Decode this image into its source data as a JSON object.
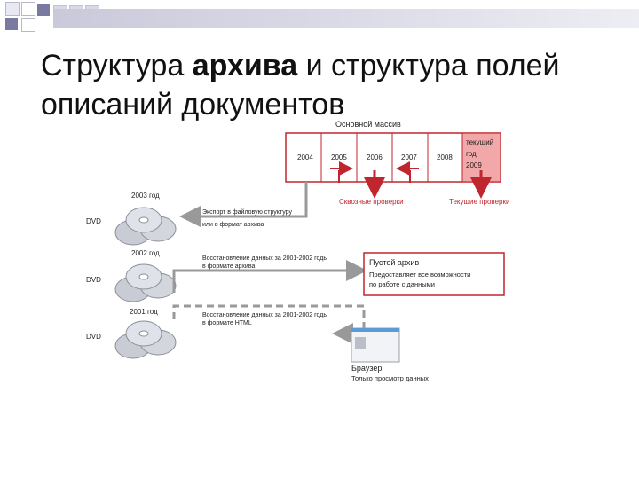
{
  "slide": {
    "title_part1": "Структура ",
    "title_bold": "архива",
    "title_part2": " и структура полей описаний документов"
  },
  "diagram": {
    "main_array_label": "Основной массив",
    "years": [
      "2004",
      "2005",
      "2006",
      "2007",
      "2008"
    ],
    "current_year_lines": [
      "текущий",
      "год",
      "2009"
    ],
    "through_checks": "Сквозные проверки",
    "current_checks": "Текущие проверки",
    "dvd_rows": [
      {
        "year": "2003 год",
        "media": "DVD"
      },
      {
        "year": "2002 год",
        "media": "DVD"
      },
      {
        "year": "2001 год",
        "media": "DVD"
      }
    ],
    "export_lines": [
      "Экспорт в файловую структуру",
      "или в формат архива"
    ],
    "restore1_lines": [
      "Восстановление данных за 2001-2002 годы",
      "в формате архива"
    ],
    "restore2_lines": [
      "Восстановление данных за 2001-2002 годы",
      "в формате HTML"
    ],
    "empty_archive_title": "Пустой архив",
    "empty_archive_desc": [
      "Предоставляет все возможности",
      "по работе с данными"
    ],
    "browser_title": "Браузер",
    "browser_desc": "Только просмотр данных",
    "accent_red": "#c0262d",
    "highlight_pink": "#f2a7a9"
  }
}
